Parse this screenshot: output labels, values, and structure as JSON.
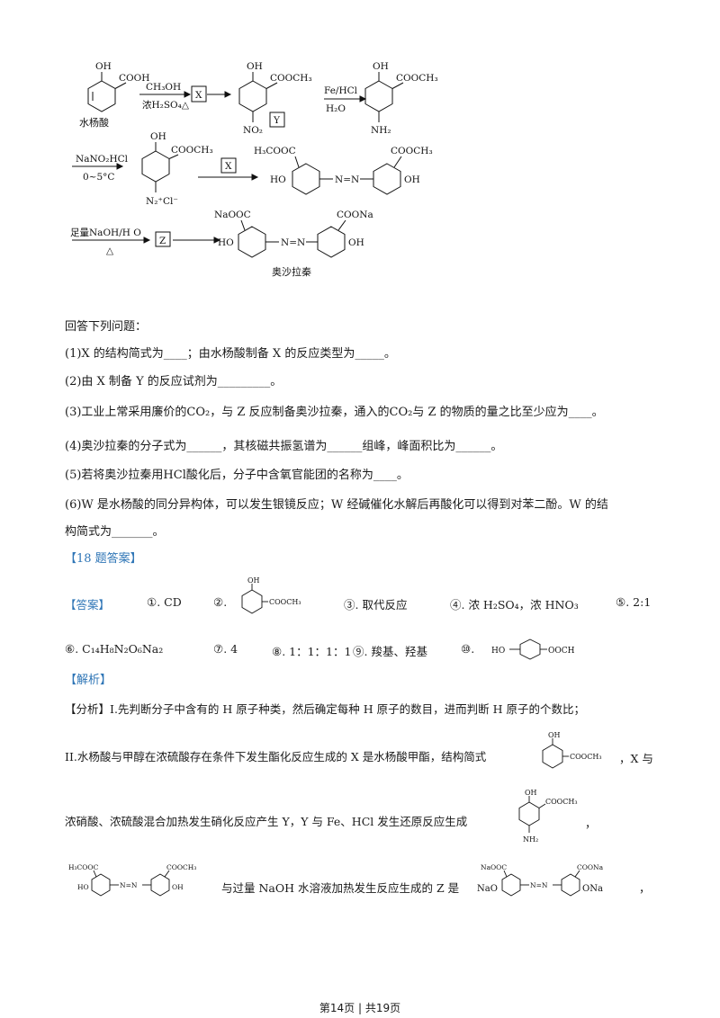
{
  "scheme": {
    "salicylic_label": "水杨酸",
    "oh": "OH",
    "cooh": "COOH",
    "cooch3": "COOCH₃",
    "ch3oh": "CH₃OH",
    "h2so4": "浓H₂SO₄△",
    "box_x": "X",
    "box_y": "Y",
    "box_z": "Z",
    "no2": "NO₂",
    "fe_hcl": "Fe/HCl",
    "h2o": "H₂O",
    "nh2": "NH₂",
    "nano2": "NaNO₂HCl",
    "temp": "0~5°C",
    "diazo": "N₂⁺Cl⁻",
    "h3cooc": "H₃COOC",
    "ho": "HO",
    "azo": "N=N",
    "naoh": "足量NaOH/H O",
    "delta": "△",
    "naooc": "NaOOC",
    "coona": "COONa",
    "product_label": "奥沙拉秦"
  },
  "questions": {
    "intro": "回答下列问题：",
    "q1": "(1)X 的结构简式为____；由水杨酸制备 X 的反应类型为_____。",
    "q2": "(2)由 X 制备 Y 的反应试剂为_________。",
    "q3": "(3)工业上常采用廉价的CO₂，与 Z 反应制备奥沙拉秦，通入的CO₂与 Z 的物质的量之比至少应为____。",
    "q4": "(4)奥沙拉秦的分子式为______，其核磁共振氢谱为______组峰，峰面积比为______。",
    "q5": "(5)若将奥沙拉秦用HCl酸化后，分子中含氧官能团的名称为____。",
    "q6a": "(6)W 是水杨酸的同分异构体，可以发生银镜反应；W 经碱催化水解后再酸化可以得到对苯二酚。W 的结",
    "q6b": "构简式为_______。"
  },
  "answer": {
    "heading": "【18 题答案】",
    "label": "【答案】",
    "a1": "①. CD",
    "a2": "②.",
    "a2_oh": "OH",
    "a2_group": "COOCH₃",
    "a3": "③. 取代反应",
    "a4": "④. 浓 H₂SO₄，浓 HNO₃",
    "a5": "⑤. 2:1",
    "a6": "⑥. C₁₄H₈N₂O₆Na₂",
    "a7": "⑦. 4",
    "a8": "⑧. 1：1：1：1",
    "a9": "⑨. 羧基、羟基",
    "a10": "⑩.",
    "a10_ho": "HO",
    "a10_group": "OOCH"
  },
  "analysis": {
    "heading": "【解析】",
    "p1": "【分析】I.先判断分子中含有的 H 原子种类，然后确定每种 H 原子的数目，进而判断 H 原子的个数比；",
    "p2a": "II.水杨酸与甲醇在浓硫酸存在条件下发生酯化反应生成的 X 是水杨酸甲酯，结构简式",
    "p2b": "，X 与",
    "p3a": "浓硝酸、浓硫酸混合加热发生硝化反应产生 Y，Y 与 Fe、HCl 发生还原反应生成",
    "p3b": "，",
    "p4a": "与过量 NaOH 水溶液加热发生反应生成的 Z 是",
    "p4b": "，",
    "s_oh": "OH",
    "s_cooch3": "COOCH₃",
    "s_nh2": "NH₂",
    "s_h3cooc": "H₃COOC",
    "s_ho": "HO",
    "s_azo": "N=N",
    "s_naooc": "NaOOC",
    "s_coona": "COONa",
    "s_nao": "NaO",
    "s_ona": "ONa"
  },
  "footer": "第14页 | 共19页"
}
